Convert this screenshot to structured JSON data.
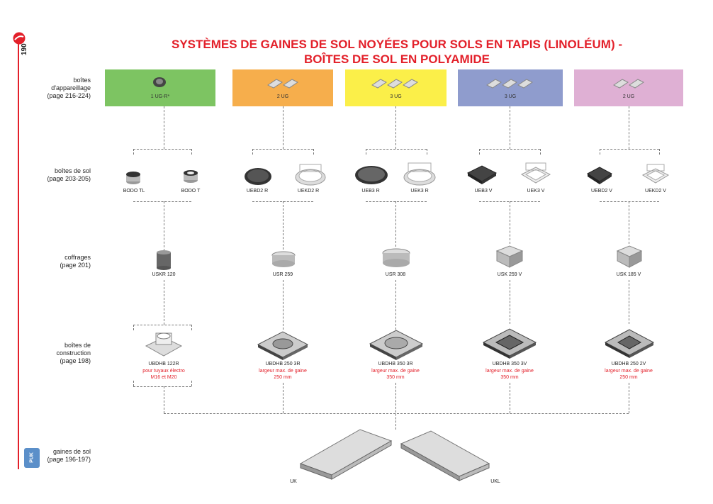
{
  "page_number": "190",
  "title_line1": "SYSTÈMES DE GAINES DE SOL NOYÉES POUR SOLS EN TAPIS (LINOLÉUM) -",
  "title_line2": "BOÎTES DE SOL EN POLYAMIDE",
  "rows": {
    "appareillage": {
      "l1": "boîtes",
      "l2": "d'appareillage",
      "l3": "(page 216-224)"
    },
    "sol": {
      "l1": "boîtes de sol",
      "l2": "(page 203-205)"
    },
    "coffrages": {
      "l1": "coffrages",
      "l2": "(page 201)"
    },
    "construction": {
      "l1": "boîtes de",
      "l2": "construction",
      "l3": "(page 198)"
    },
    "gaines": {
      "l1": "gaines de sol",
      "l2": "(page 196-197)"
    }
  },
  "logo_text": "PUK",
  "columns": [
    {
      "header": "1 UG-R*",
      "color": "#7dc462",
      "box_a": "BODO TL",
      "box_b": "BODO T",
      "coffrage": "USKR 120",
      "construction": "UBDHB 122R",
      "note1": "pour tuyaux électro",
      "note2": "M16 et M20"
    },
    {
      "header": "2 UG",
      "color": "#f6ae4c",
      "box_a": "UEBD2 R",
      "box_b": "UEKD2 R",
      "coffrage": "USR 259",
      "construction": "UBDHB 250 3R",
      "note1": "largeur max. de gaine",
      "note2": "250 mm"
    },
    {
      "header": "3 UG",
      "color": "#fbef49",
      "box_a": "UEB3 R",
      "box_b": "UEK3 R",
      "coffrage": "USR 308",
      "construction": "UBDHB 350 3R",
      "note1": "largeur max. de gaine",
      "note2": "350 mm"
    },
    {
      "header": "3 UG",
      "color": "#8f9ccd",
      "box_a": "UEB3 V",
      "box_b": "UEK3 V",
      "coffrage": "USK 259 V",
      "construction": "UBDHB 350 3V",
      "note1": "largeur max. de gaine",
      "note2": "350 mm"
    },
    {
      "header": "2 UG",
      "color": "#dfb0d4",
      "box_a": "UEBD2 V",
      "box_b": "UEKD2 V",
      "coffrage": "USK 185 V",
      "construction": "UBDHB 250 2V",
      "note1": "largeur max. de gaine",
      "note2": "250 mm"
    }
  ],
  "gaines": {
    "a": "UK",
    "b": "UKL"
  }
}
